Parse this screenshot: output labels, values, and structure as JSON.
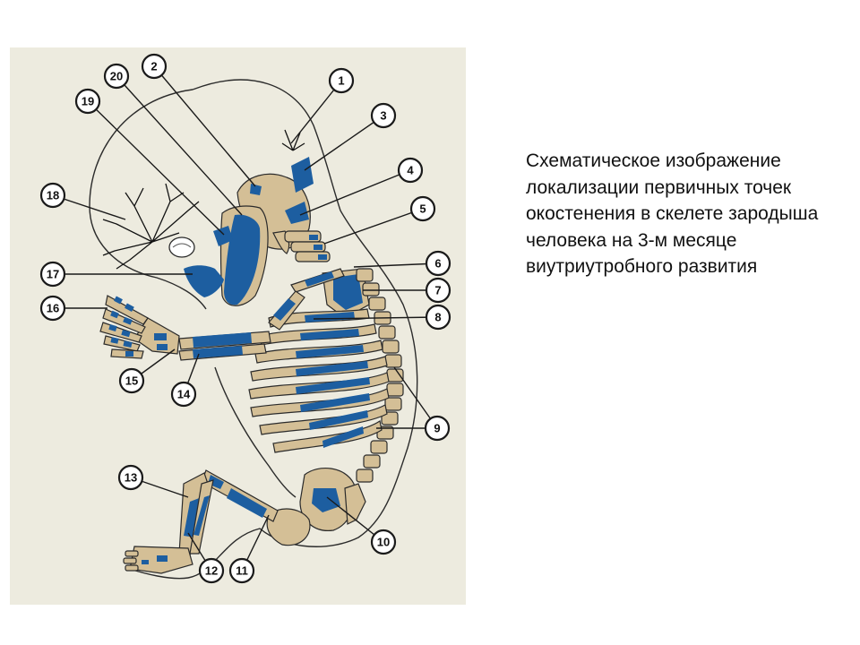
{
  "caption": "Схематическое изображение локализации первичных точек окостенения в скелете зародыша человека на 3-м месяце виутриутробного развития",
  "markers": [
    "1",
    "2",
    "3",
    "4",
    "5",
    "6",
    "7",
    "8",
    "9",
    "10",
    "11",
    "12",
    "13",
    "14",
    "15",
    "16",
    "17",
    "18",
    "19",
    "20"
  ],
  "colors": {
    "panel": "#edebdf",
    "bone": "#d4bf96",
    "ossification": "#1d5ea0"
  }
}
